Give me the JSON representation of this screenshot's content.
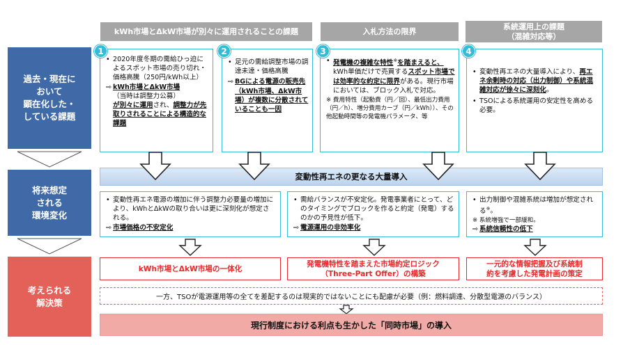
{
  "headers": [
    {
      "text": "kWh市場とΔkW市場が別々に運用されることの課題"
    },
    {
      "text": "入札方法の限界"
    },
    {
      "text": "系統運用上の課題\n（混雑対応等）"
    }
  ],
  "rows": [
    {
      "label": "過去・現在に\nおいて\n顕在化した・\nしている課題"
    },
    {
      "label": "将来想定\nされる\n環境変化"
    },
    {
      "label": "考えられる\n解決策"
    }
  ],
  "issues": {
    "c1": {
      "num": "1",
      "p1": "2020年度冬期の需給ひっ迫によるスポット市場の売り切れ・価格高騰（250円/kWh以上）",
      "arrow": "⇨",
      "a1": "kWh市場とΔkW市場",
      "a2": "（当時は調整力公募）",
      "a3": "が別々に運用",
      "a4": "され、",
      "a5": "調整力が先取りされることによる構造的な課題"
    },
    "c2": {
      "num": "2",
      "p1": "足元の需給調整市場の調達未達・価格高騰",
      "arrow": "⇨",
      "a1": "BGによる電源の販売先（kWh市場、ΔkW市場）が複数に分散されていることも一因"
    },
    "c3": {
      "num": "3",
      "p1a": "発電機の複雑な特性",
      "p1b": "※",
      "p1c": "を踏まえると、",
      "p1d": "kWh単価だけで売買する",
      "p1e": "スポット市場では効率的な約定に限界",
      "p1f": "がある。現行市場においては、ブロック入札で対応。",
      "note": "※ 費用特性（起動費（円／回）、最低出力費用（円／h）、増分費用カーブ（円／kWh））、その他起動時間等の発電機パラメータ、等"
    },
    "c4": {
      "num": "4",
      "p1a": "変動性再エネの大量導入により、",
      "p1b": "再エネ余剰時の対応（出力制御）や系統混雑対応が徐々に深刻化",
      "p1c": "。",
      "p2": "TSOによる系統運用の安定性を高める必要。"
    }
  },
  "band": {
    "text": "変動性再エネの更なる大量導入"
  },
  "future": {
    "f1": {
      "p": "変動性再エネ電源の増加に伴う調整力必要量の増加により、kWhとΔkWの取り合いは更に深刻化が想定される。",
      "arrow": "⇨",
      "r": "市場価格の不安定化"
    },
    "f2": {
      "p": "需給バランスが不安定化。発電事業者にとって、どのタイミングでブロックを作ると約定（発電）するのかの予見性が低下。",
      "arrow": "⇨",
      "r": "電源運用の非効率化"
    },
    "f3": {
      "p1": "出力制御や混雑系統は増加が想定される",
      "p1b": "※",
      "p1c": "。",
      "note": "※ 系統増強で一部緩和。",
      "arrow": "⇨",
      "r": "系統信頼性の低下"
    }
  },
  "solutions": [
    {
      "text": "kWh市場とΔkW市場の一体化"
    },
    {
      "text": "発電機特性を踏まえた市場約定ロジック\n（Three-Part Offer）の構築"
    },
    {
      "text": "一元的な情報把握及び系統制\n約を考慮した発電計画の策定"
    }
  ],
  "dashed": {
    "text": "一方、TSOが電源運用等の全てを差配するのは現実的ではないことにも配慮が必要（例：燃料調達、分散型電源のバランス）"
  },
  "final": {
    "text": "現行制度における利点も生かした「同時市場」の導入"
  },
  "colors": {
    "row_blue": "#3f6aa7",
    "row_red": "#e4615a",
    "header_gray": "#a6a6a6",
    "box_cyan": "#33bbd7",
    "solution_red": "#e8282a",
    "final_pink": "#f2aaa7"
  }
}
